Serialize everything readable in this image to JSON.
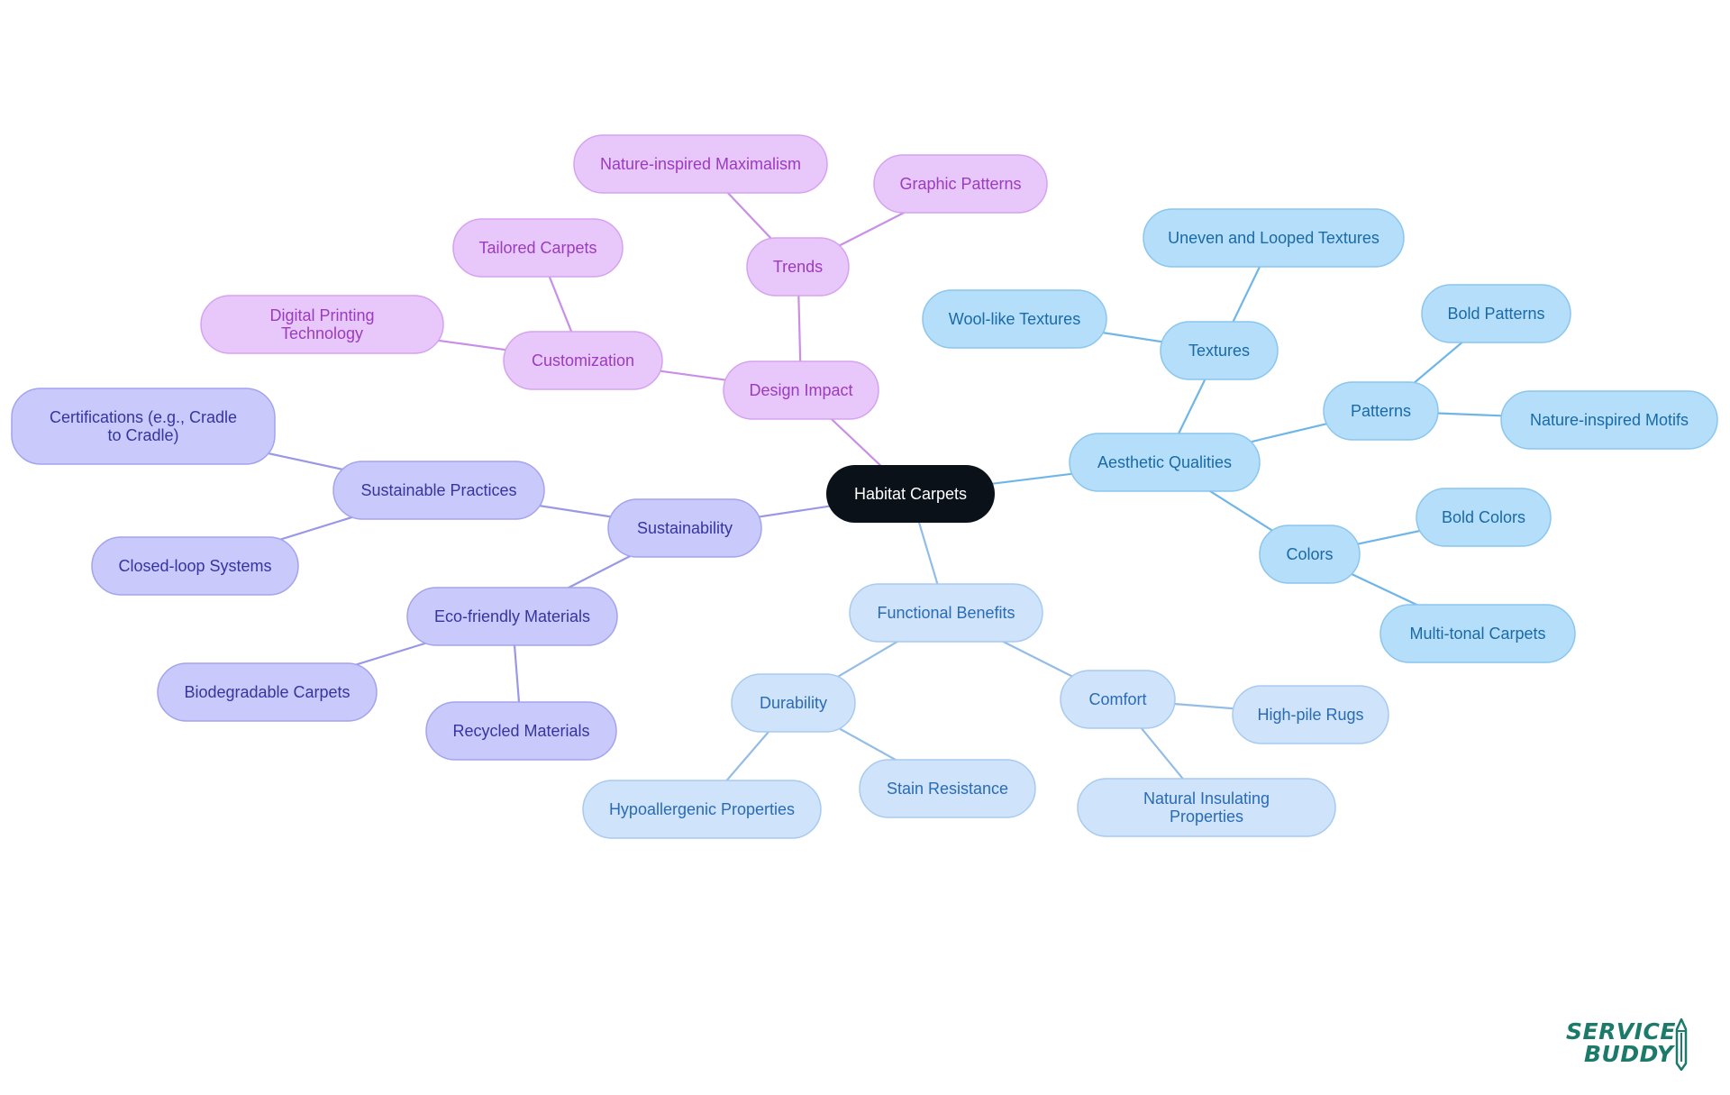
{
  "colors": {
    "root_fill": "#0b1119",
    "root_text": "#ffffff",
    "design_fill": "#e8c8fb",
    "design_stroke": "#d5a2ef",
    "design_text": "#9b3bbd",
    "design_edge": "#c98fe6",
    "aesthetic_fill": "#b5defa",
    "aesthetic_stroke": "#8ac6ee",
    "aesthetic_text": "#1a6aa6",
    "aesthetic_edge": "#6fb6e8",
    "functional_fill": "#cfe3fb",
    "functional_stroke": "#a8caef",
    "functional_text": "#2a6bb5",
    "functional_edge": "#93bde6",
    "sustain_fill": "#c9c9fb",
    "sustain_stroke": "#a3a3ee",
    "sustain_text": "#3535a0",
    "sustain_edge": "#9898e6",
    "logo": "#1b7a6a"
  },
  "mindmap": {
    "root": {
      "label": "Habitat Carpets"
    },
    "branches": [
      {
        "key": "design",
        "label": "Design Impact",
        "children": [
          {
            "label": "Customization",
            "children": [
              {
                "label": "Tailored Carpets"
              },
              {
                "label": "Digital Printing Technology"
              }
            ]
          },
          {
            "label": "Trends",
            "children": [
              {
                "label": "Nature-inspired Maximalism"
              },
              {
                "label": "Graphic Patterns"
              }
            ]
          }
        ]
      },
      {
        "key": "aesthetic",
        "label": "Aesthetic Qualities",
        "children": [
          {
            "label": "Textures",
            "children": [
              {
                "label": "Uneven and Looped Textures"
              },
              {
                "label": "Wool-like Textures"
              }
            ]
          },
          {
            "label": "Patterns",
            "children": [
              {
                "label": "Bold Patterns"
              },
              {
                "label": "Nature-inspired Motifs"
              }
            ]
          },
          {
            "label": "Colors",
            "children": [
              {
                "label": "Bold Colors"
              },
              {
                "label": "Multi-tonal Carpets"
              }
            ]
          }
        ]
      },
      {
        "key": "functional",
        "label": "Functional Benefits",
        "children": [
          {
            "label": "Durability",
            "children": [
              {
                "label": "Hypoallergenic Properties"
              },
              {
                "label": "Stain Resistance"
              }
            ]
          },
          {
            "label": "Comfort",
            "children": [
              {
                "label": "High-pile Rugs"
              },
              {
                "label": "Natural Insulating Properties"
              }
            ]
          }
        ]
      },
      {
        "key": "sustain",
        "label": "Sustainability",
        "children": [
          {
            "label": "Sustainable Practices",
            "children": [
              {
                "label": "Certifications (e.g., Cradle to Cradle)"
              },
              {
                "label": "Closed-loop Systems"
              }
            ]
          },
          {
            "label": "Eco-friendly Materials",
            "children": [
              {
                "label": "Biodegradable Carpets"
              },
              {
                "label": "Recycled Materials"
              }
            ]
          }
        ]
      }
    ]
  },
  "logo": {
    "line1": "SERVICE",
    "line2": "BUDDY",
    "icon": "pencil-icon"
  }
}
